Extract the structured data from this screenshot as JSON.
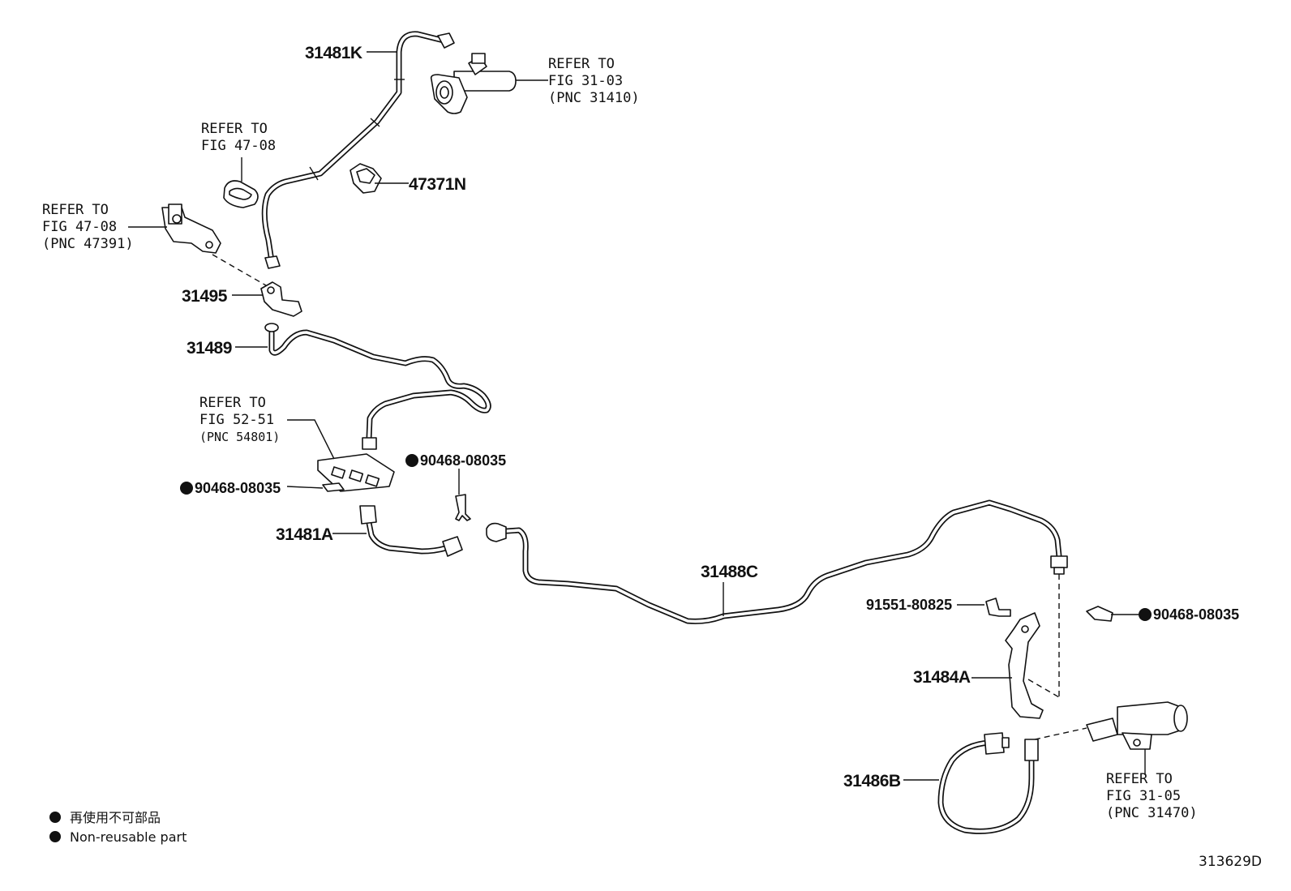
{
  "labels": {
    "p31481K": "31481K",
    "p47371N": "47371N",
    "p31495": "31495",
    "p31489": "31489",
    "p31481A": "31481A",
    "p31488C": "31488C",
    "p31484A": "31484A",
    "p31486B": "31486B",
    "p91551": "91551-80825",
    "clip_left": "90468-08035",
    "clip_mid": "90468-08035",
    "clip_right": "90468-08035"
  },
  "refs": {
    "fig3103": {
      "l1": "REFER TO",
      "l2": "FIG 31-03",
      "l3": "(PNC 31410)"
    },
    "fig4708a": {
      "l1": "REFER TO",
      "l2": "FIG 47-08"
    },
    "fig4708b": {
      "l1": "REFER TO",
      "l2": "FIG 47-08",
      "l3": "(PNC 47391)"
    },
    "fig5251": {
      "l1": "REFER TO",
      "l2": "FIG 52-51",
      "l3": "(PNC 54801)"
    },
    "fig3105": {
      "l1": "REFER TO",
      "l2": "FIG 31-05",
      "l3": "(PNC 31470)"
    }
  },
  "legend": {
    "jp": "再使用不可部品",
    "en": "Non-reusable part"
  },
  "diagram_code": "313629D"
}
